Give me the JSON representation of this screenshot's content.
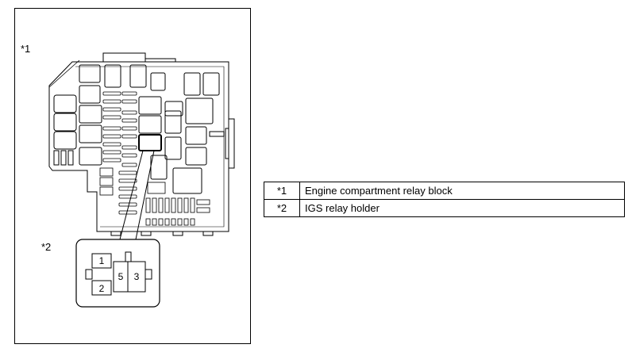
{
  "callouts": {
    "c1": "*1",
    "c2": "*2"
  },
  "relay_terminals": [
    "1",
    "5",
    "3",
    "2"
  ],
  "legend": [
    {
      "key": "*1",
      "text": "Engine compartment relay block"
    },
    {
      "key": "*2",
      "text": "IGS relay holder"
    }
  ]
}
